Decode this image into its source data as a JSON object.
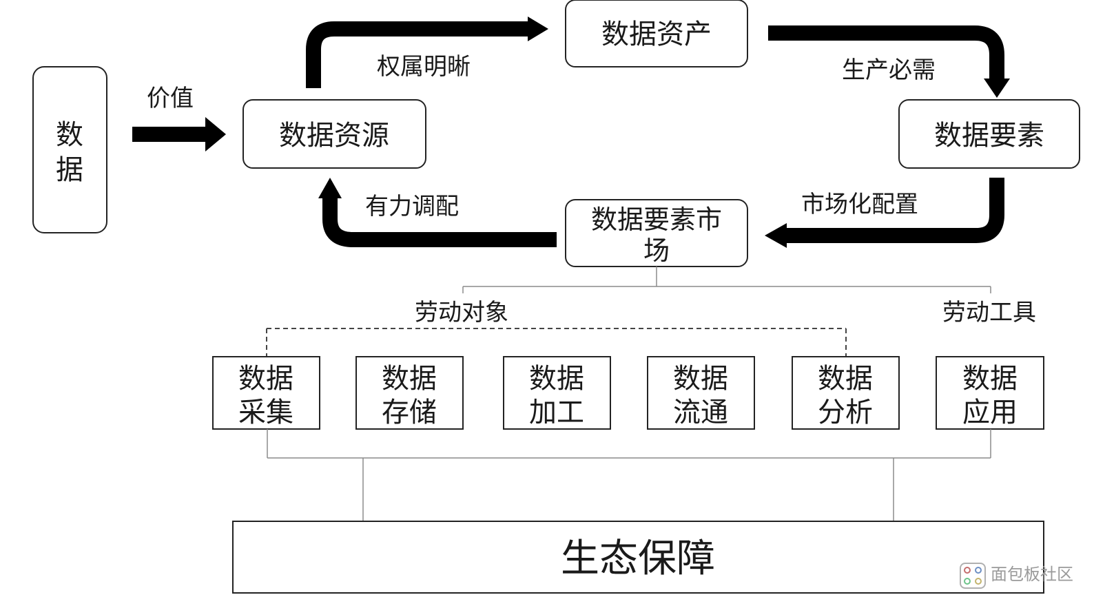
{
  "nodes": {
    "data": "数据",
    "data_resource": "数据资源",
    "data_asset": "数据资产",
    "data_element": "数据要素",
    "data_element_market": [
      "数据要素市",
      "场"
    ]
  },
  "flow_labels": {
    "value": "价值",
    "clear_ownership": "权属明晰",
    "production_necessity": "生产必需",
    "marketized_allocation": "市场化配置",
    "effective_allocation": "有力调配"
  },
  "branch_labels": {
    "labor_object": "劳动对象",
    "labor_tool": "劳动工具"
  },
  "stages": [
    {
      "line1": "数据",
      "line2": "采集"
    },
    {
      "line1": "数据",
      "line2": "存储"
    },
    {
      "line1": "数据",
      "line2": "加工"
    },
    {
      "line1": "数据",
      "line2": "流通"
    },
    {
      "line1": "数据",
      "line2": "分析"
    },
    {
      "line1": "数据",
      "line2": "应用"
    }
  ],
  "foundation": "生态保障",
  "watermark": {
    "text": "面包板社区"
  }
}
